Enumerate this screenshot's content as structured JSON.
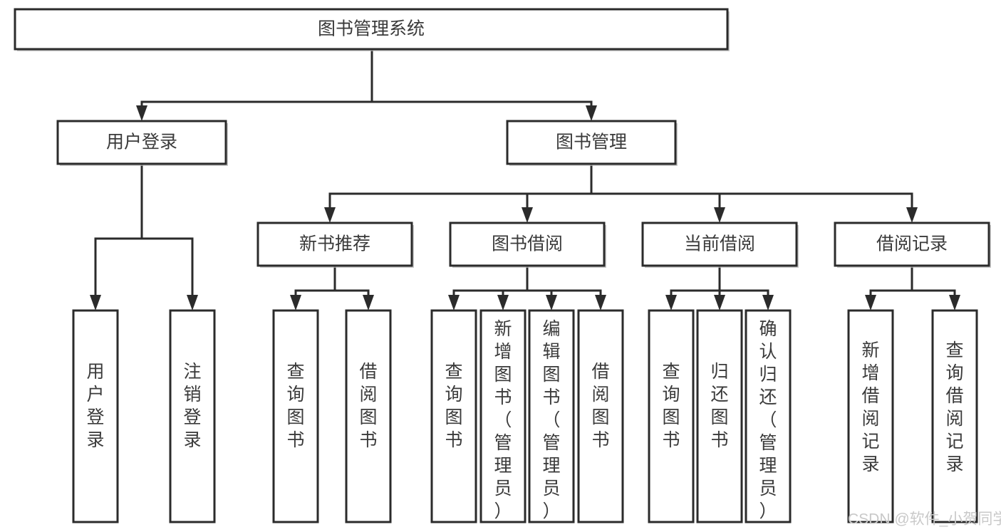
{
  "diagram": {
    "type": "tree",
    "title": "图书管理系统",
    "watermark": "CSDN @软件_小贺同学",
    "colors": {
      "box_stroke": "#2b2b2b",
      "box_fill": "#ffffff",
      "edge": "#2b2b2b",
      "text": "#3a3a3a",
      "watermark": "#c9c9c9",
      "background": "#ffffff"
    },
    "nodes": {
      "root": {
        "label": "图书管理系统"
      },
      "level2": [
        {
          "id": "user-login",
          "label": "用户登录"
        },
        {
          "id": "book-manage",
          "label": "图书管理"
        }
      ],
      "level3": [
        {
          "id": "new-book-rec",
          "label": "新书推荐"
        },
        {
          "id": "book-borrow",
          "label": "图书借阅"
        },
        {
          "id": "current-borrow",
          "label": "当前借阅"
        },
        {
          "id": "borrow-record",
          "label": "借阅记录"
        }
      ],
      "leaves": {
        "user-login": [
          {
            "id": "leaf-user-login",
            "label": "用户登录"
          },
          {
            "id": "leaf-logout",
            "label": "注销登录"
          }
        ],
        "new-book-rec": [
          {
            "id": "leaf-query-book-1",
            "label": "查询图书"
          },
          {
            "id": "leaf-borrow-book-1",
            "label": "借阅图书"
          }
        ],
        "book-borrow": [
          {
            "id": "leaf-query-book-2",
            "label": "查询图书"
          },
          {
            "id": "leaf-add-book",
            "label": "新增图书（管理员）"
          },
          {
            "id": "leaf-edit-book",
            "label": "编辑图书（管理员）"
          },
          {
            "id": "leaf-borrow-book-2",
            "label": "借阅图书"
          }
        ],
        "current-borrow": [
          {
            "id": "leaf-query-book-3",
            "label": "查询图书"
          },
          {
            "id": "leaf-return-book",
            "label": "归还图书"
          },
          {
            "id": "leaf-confirm-return",
            "label": "确认归还（管理员）"
          }
        ],
        "borrow-record": [
          {
            "id": "leaf-add-record",
            "label": "新增借阅记录"
          },
          {
            "id": "leaf-query-record",
            "label": "查询借阅记录"
          }
        ]
      }
    }
  }
}
